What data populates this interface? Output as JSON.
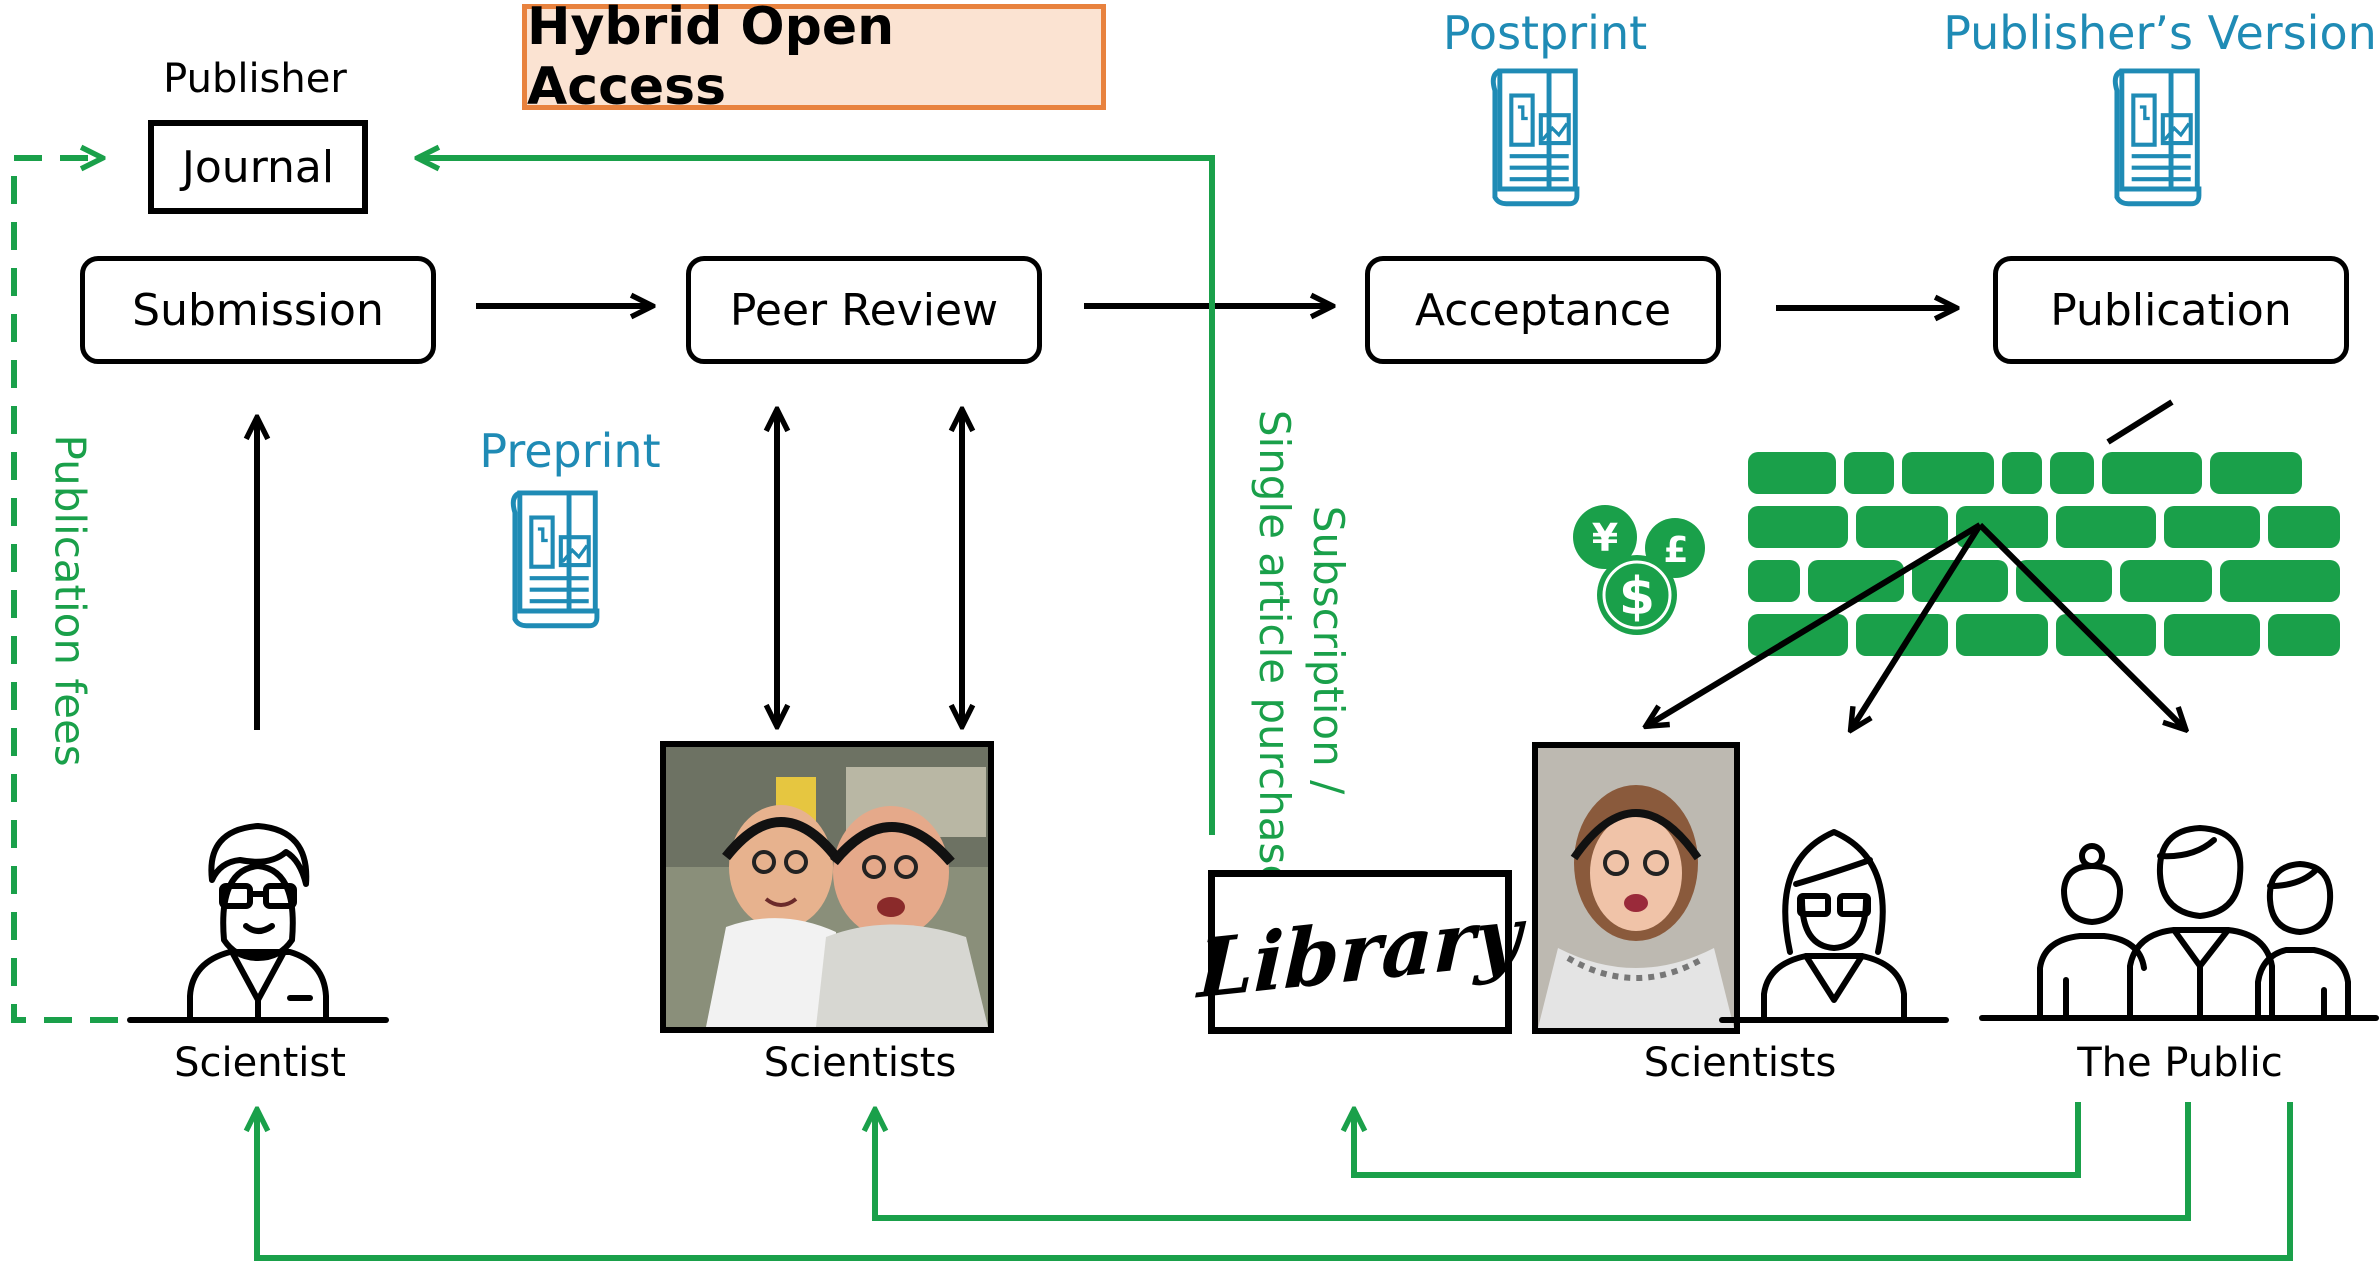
{
  "title": "Hybrid Open Access",
  "publisher_label": "Publisher",
  "journal_label": "Journal",
  "stages": {
    "submission": "Submission",
    "peer_review": "Peer Review",
    "acceptance": "Acceptance",
    "publication": "Publication"
  },
  "versions": {
    "preprint": "Preprint",
    "postprint": "Postprint",
    "publishers_version": "Publisher’s Version"
  },
  "flows": {
    "publication_fees": "Publication fees",
    "subscription_line1": "Subscription /",
    "subscription_line2": "Single article purchase"
  },
  "actors": {
    "scientist": "Scientist",
    "scientists_review": "Scientists",
    "library": "Library",
    "scientists_readers": "Scientists",
    "public": "The Public"
  },
  "colors": {
    "green": "#1aa04a",
    "blue": "#1f8bb5",
    "orange": "#e8823e",
    "title_fill": "#fbe3d2"
  },
  "icons": [
    "document-icon",
    "money-icon",
    "paywall-icon",
    "scientist-icon",
    "woman-scientist-icon",
    "public-group-icon"
  ]
}
